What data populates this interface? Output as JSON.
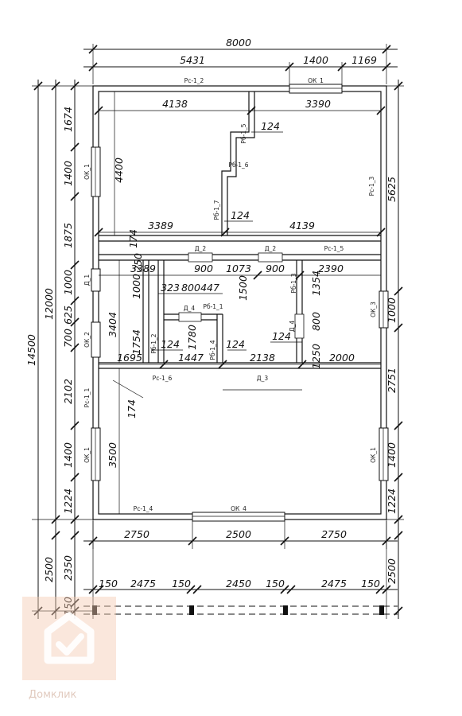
{
  "dims": {
    "top_total": "8000",
    "top_left": "5431",
    "top_mid": "1400",
    "top_right": "1169",
    "left_outer_total": "14500",
    "left_mid_total": "12000",
    "left_1674": "1674",
    "left_1400a": "1400",
    "left_1875": "1875",
    "left_1000": "1000",
    "left_625": "625",
    "left_700": "700",
    "left_2102": "2102",
    "left_1400b": "1400",
    "left_1224": "1224",
    "left_2500": "2500",
    "left_2350": "2350",
    "left_150": "150",
    "right_5625": "5625",
    "right_1000": "1000",
    "right_2751": "2751",
    "right_1400": "1400",
    "right_1224": "1224",
    "right_2500": "2500",
    "bottom_2750a": "2750",
    "bottom_2500": "2500",
    "bottom_2750b": "2750",
    "pile_150a": "150",
    "pile_2475a": "2475",
    "pile_150b": "150",
    "pile_2450": "2450",
    "pile_150c": "150",
    "pile_2475b": "2475",
    "pile_150d": "150",
    "int_4138": "4138",
    "int_3390a": "3390",
    "int_4400": "4400",
    "int_124a": "124",
    "int_124b": "124",
    "int_3389a": "3389",
    "int_4139": "4139",
    "int_174a": "174",
    "int_900a": "900",
    "int_1073": "1073",
    "int_900b": "900",
    "int_2390": "2390",
    "int_3389b": "3389",
    "int_250": "250",
    "int_1000": "1000",
    "int_323": "323",
    "int_800a": "800",
    "int_447": "447",
    "int_1500": "1500",
    "int_1354": "1354",
    "int_3404": "3404",
    "int_1780": "1780",
    "int_124c": "124",
    "int_124d": "124",
    "int_124e": "124",
    "int_800b": "800",
    "int_1754": "1754",
    "int_1695": "1695",
    "int_1447": "1447",
    "int_2138": "2138",
    "int_1250": "1250",
    "int_2000": "2000",
    "int_174b": "174",
    "int_3500": "3500"
  },
  "labels": {
    "rs_1_2": "Рс-1_2",
    "ok_1_top": "ОК_1",
    "rb_1_5": "Рб-1_5",
    "rb_1_6": "Рб-1_6",
    "rb_1_7": "Рб-1_7",
    "rs_1_3": "Рс-1_3",
    "ok_1_left": "ОК_1",
    "d_2a": "Д_2",
    "d_2b": "Д_2",
    "rs_1_5": "Рс-1_5",
    "d_1": "Д_1",
    "ok_2": "ОК_2",
    "ok_3": "ОК_3",
    "d_4a": "Д_4",
    "rb_1_1": "Рб-1_1",
    "rb_1_2": "Рб-1_2",
    "rb_1_4": "Рб-1_4",
    "rb_1_3": "Рб-1_3",
    "d_4b": "Д_4",
    "rs_1_6": "Рс-1_6",
    "d_3": "Д_3",
    "rs_1_1": "Рс-1_1",
    "ok_1_left2": "ОК_1",
    "ok_1_right": "ОК_1",
    "rs_1_4": "Рс-1_4",
    "ok_4": "ОК_4"
  },
  "watermark": {
    "brand": "Домклик",
    "color": "#e8b49a"
  }
}
